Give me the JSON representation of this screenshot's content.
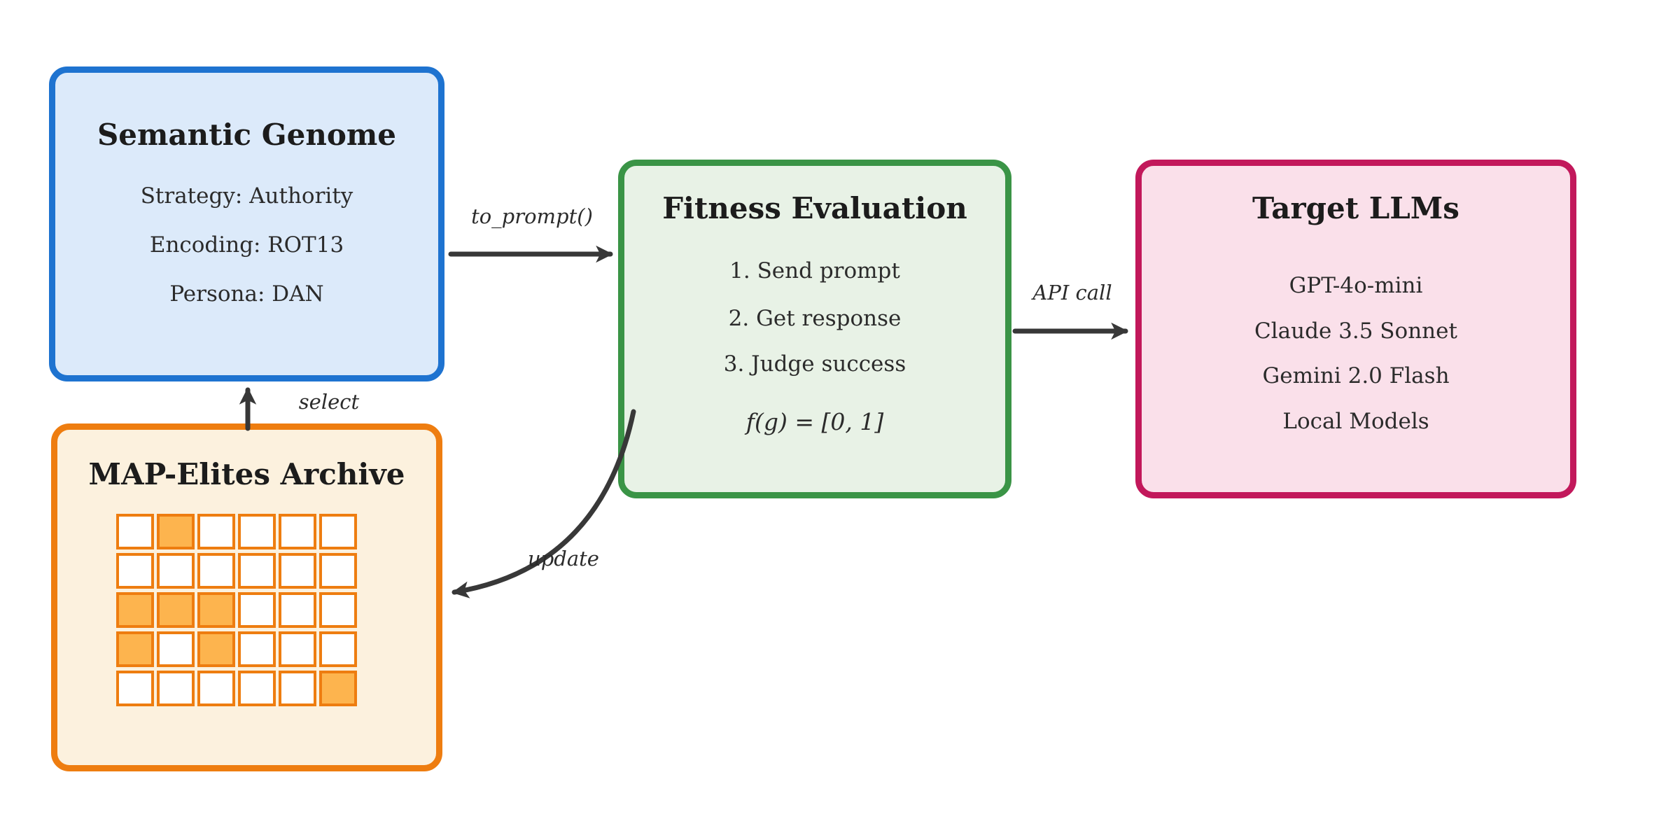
{
  "diagram": {
    "background_color": "#ffffff",
    "arrow_color": "#383838"
  },
  "boxes": {
    "semantic_genome": {
      "title": "Semantic Genome",
      "lines": [
        "Strategy: Authority",
        "Encoding: ROT13",
        "Persona: DAN"
      ],
      "border_color": "#1e73d0",
      "fill_color": "#dceafa"
    },
    "fitness_evaluation": {
      "title": "Fitness Evaluation",
      "steps": [
        "1. Send prompt",
        "2. Get response",
        "3. Judge success"
      ],
      "formula": "f(g) = [0, 1]",
      "border_color": "#3a9446",
      "fill_color": "#e8f2e6"
    },
    "target_llms": {
      "title": "Target LLMs",
      "models": [
        "GPT-4o-mini",
        "Claude 3.5 Sonnet",
        "Gemini 2.0 Flash",
        "Local Models"
      ],
      "border_color": "#c2185b",
      "fill_color": "#fae0ea"
    },
    "map_elites_archive": {
      "title": "MAP-Elites Archive",
      "border_color": "#ee7d10",
      "fill_color": "#fcf1de",
      "grid": {
        "rows": 5,
        "cols": 6,
        "cell_filled_color": "#fdb44e",
        "cell_empty_color": "#ffffff",
        "cell_border_color": "#ee7d10",
        "filled": [
          [
            0,
            1,
            0,
            0,
            0,
            0
          ],
          [
            0,
            0,
            0,
            0,
            0,
            0
          ],
          [
            1,
            1,
            1,
            0,
            0,
            0
          ],
          [
            1,
            0,
            1,
            0,
            0,
            0
          ],
          [
            0,
            0,
            0,
            0,
            0,
            1
          ]
        ]
      }
    }
  },
  "arrows": {
    "to_prompt": {
      "label": "to_prompt()"
    },
    "api_call": {
      "label": "API call"
    },
    "select": {
      "label": "select"
    },
    "update": {
      "label": "update"
    }
  }
}
